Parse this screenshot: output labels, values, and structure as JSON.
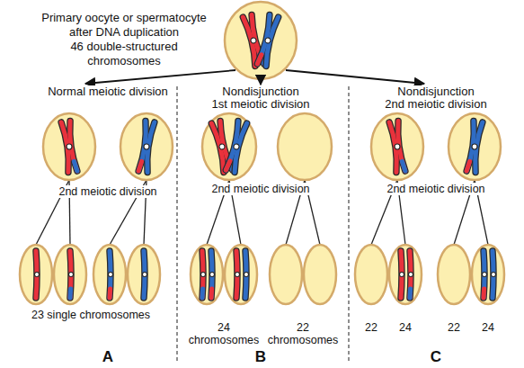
{
  "diagram": {
    "nodes": [
      {
        "text": [
          "Primary oocyte or spermatocyte after DNA duplication",
          "46 double-structured chromosomes"
        ]
      }
    ],
    "labels": [
      "Normal meiotic division",
      "Nondisjunction",
      "1st meiotic division",
      "Nondisjunction",
      "2nd meiotic division",
      "2nd meiotic division",
      "2nd meiotic division",
      "2nd meiotic division",
      "23 single chromosomes",
      "24 chromosomes",
      "22 chromosomes",
      "22",
      "24",
      "22",
      "24",
      "A",
      "B",
      "C"
    ]
  }
}
